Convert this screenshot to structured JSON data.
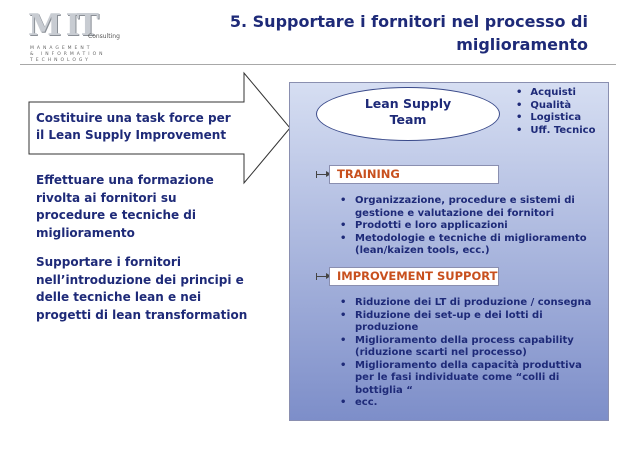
{
  "logo": {
    "mark": "M IT",
    "consult": "Consulting",
    "tagline": [
      "MANAGEMENT",
      "& INFORMATION",
      "TECHNOLOGY"
    ]
  },
  "title": {
    "line1": "5. Supportare i fornitori nel processo di",
    "line2": "miglioramento"
  },
  "left": {
    "arrow_line1": "Costituire una task force per",
    "arrow_line2": "il Lean Supply Improvement",
    "para2": [
      "Effettuare una formazione",
      "rivolta ai fornitori su",
      "procedure e tecniche di",
      "miglioramento"
    ],
    "para3": [
      "Supportare i fornitori",
      "nell’introduzione dei principi e",
      "delle tecniche lean e nei",
      "progetti di lean transformation"
    ]
  },
  "team": {
    "line1": "Lean Supply",
    "line2": "Team",
    "members": [
      "Acquisti",
      "Qualità",
      "Logistica",
      "Uff. Tecnico"
    ]
  },
  "training": {
    "header": "TRAINING",
    "items": [
      "Organizzazione, procedure  e sistemi di gestione e valutazione dei fornitori",
      "Prodotti e loro applicazioni",
      "Metodologie e tecniche di miglioramento (lean/kaizen tools, ecc.)"
    ]
  },
  "improvement": {
    "header": "IMPROVEMENT SUPPORT",
    "items": [
      "Riduzione dei LT di produzione / consegna",
      "Riduzione dei set-up e dei lotti di produzione",
      "Miglioramento della process capability (riduzione scarti nel processo)",
      "Miglioramento della capacità produttiva per le fasi individuate come “colli di bottiglia “",
      "ecc."
    ]
  }
}
